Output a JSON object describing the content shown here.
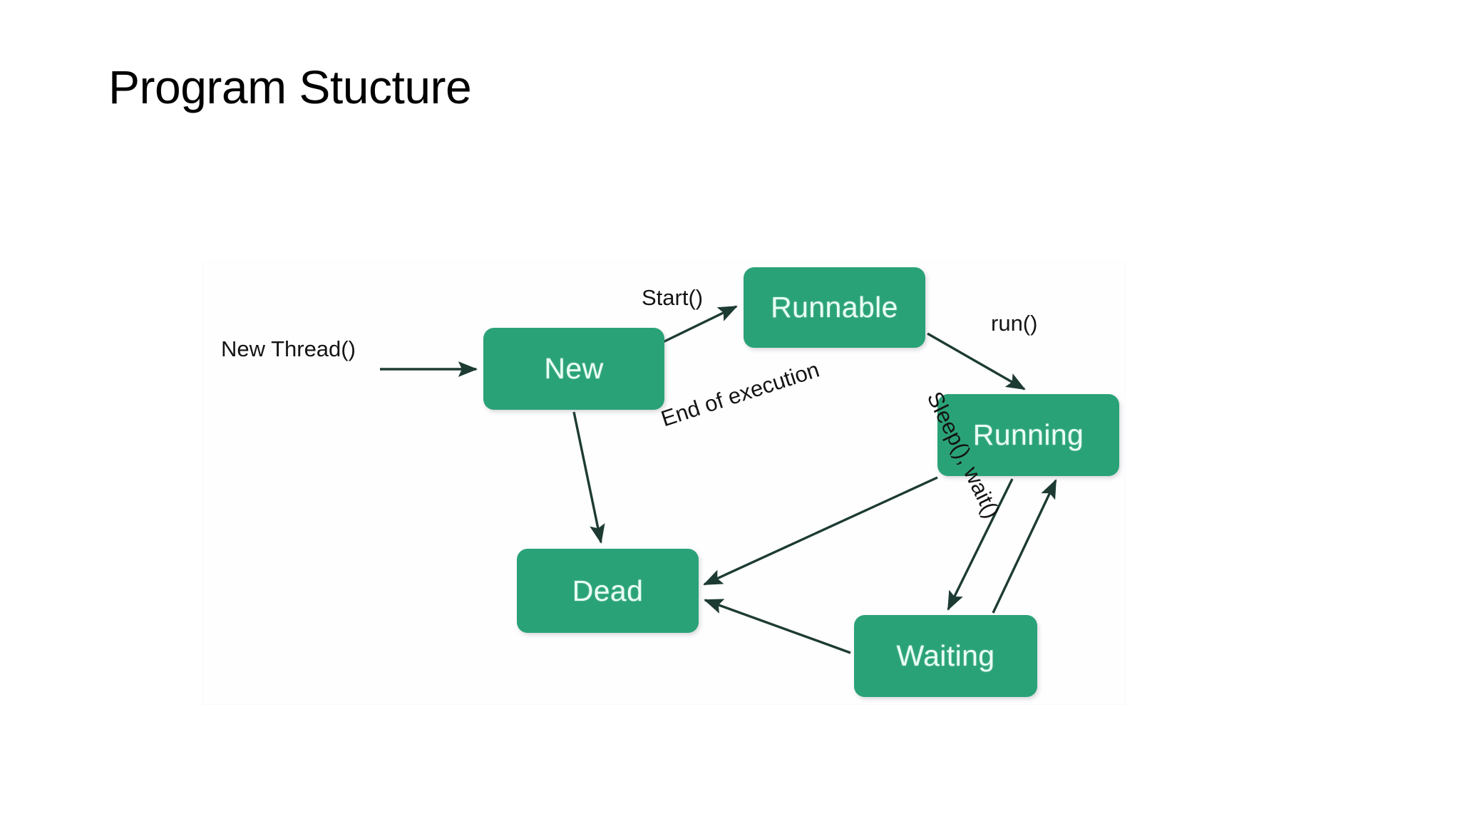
{
  "slide": {
    "title": "Program Stucture",
    "background_color": "#ffffff",
    "title_color": "#000000"
  },
  "diagram": {
    "name": "thread-life-cycle-state-diagram",
    "panel_background": "#fefeff",
    "node_fill": "#2aa277",
    "node_text_color": "#eafff6",
    "edge_color": "#1d3b33",
    "nodes": [
      {
        "id": "new",
        "label": "New"
      },
      {
        "id": "runnable",
        "label": "Runnable"
      },
      {
        "id": "running",
        "label": "Running"
      },
      {
        "id": "dead",
        "label": "Dead"
      },
      {
        "id": "waiting",
        "label": "Waiting"
      }
    ],
    "edges": [
      {
        "id": "entry-to-new",
        "from": "",
        "to": "new",
        "label": "New Thread()"
      },
      {
        "id": "new-to-runnable",
        "from": "new",
        "to": "runnable",
        "label": "Start()"
      },
      {
        "id": "runnable-to-running",
        "from": "runnable",
        "to": "running",
        "label": "run()"
      },
      {
        "id": "new-to-dead",
        "from": "new",
        "to": "dead",
        "label": ""
      },
      {
        "id": "running-to-dead",
        "from": "running",
        "to": "dead",
        "label": "End of execution"
      },
      {
        "id": "running-to-waiting",
        "from": "running",
        "to": "waiting",
        "label": "Sleep(), wait()"
      },
      {
        "id": "waiting-to-running",
        "from": "waiting",
        "to": "running",
        "label": ""
      },
      {
        "id": "waiting-to-dead",
        "from": "waiting",
        "to": "dead",
        "label": ""
      }
    ]
  }
}
